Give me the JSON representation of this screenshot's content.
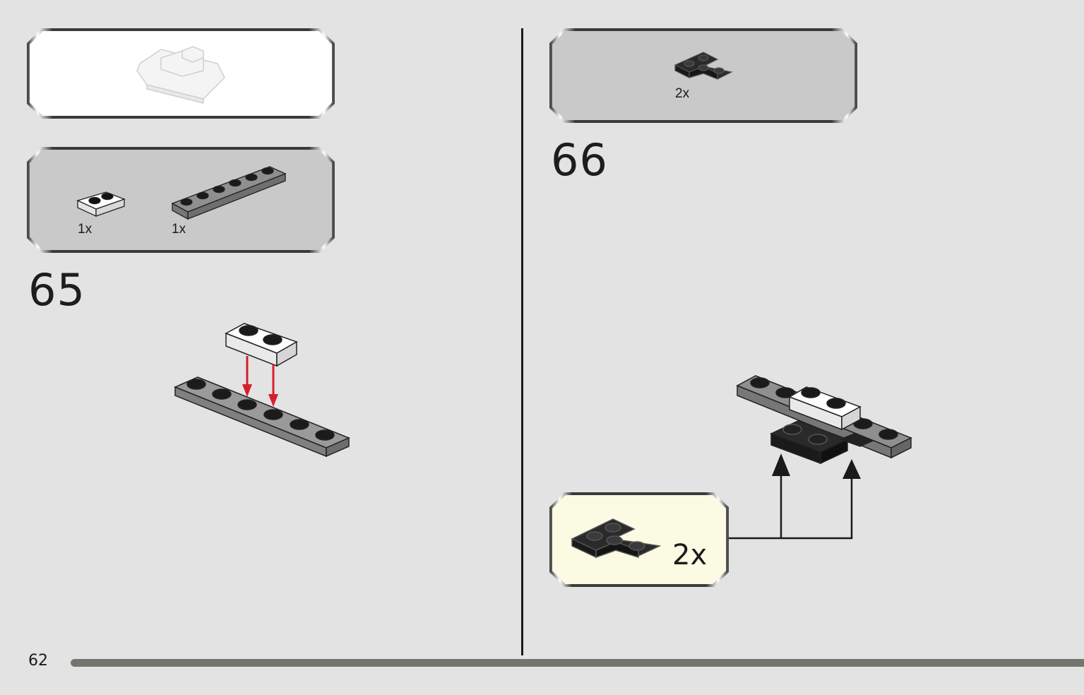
{
  "page": {
    "number": "62"
  },
  "steps": [
    {
      "number": "65",
      "submodel_preview": "white-assembly",
      "parts": [
        {
          "qty": "1x",
          "part": "white-plate-1x2"
        },
        {
          "qty": "1x",
          "part": "dark-gray-plate-1x6"
        }
      ],
      "arrow_color": "#d4202c"
    },
    {
      "number": "66",
      "parts": [
        {
          "qty": "2x",
          "part": "black-corner-plate-2x2"
        }
      ],
      "callout": {
        "qty": "2x",
        "part": "black-corner-plate-2x2",
        "background": "#fbfae3"
      }
    }
  ]
}
